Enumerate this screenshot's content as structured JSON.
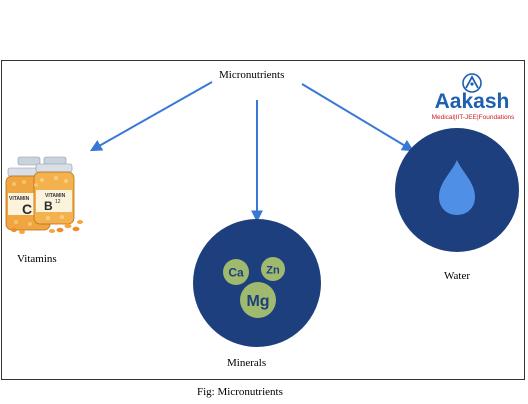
{
  "diagram": {
    "title": "Micronutrients",
    "nodes": [
      {
        "id": "vitamins",
        "label": "Vitamins"
      },
      {
        "id": "minerals",
        "label": "Minerals"
      },
      {
        "id": "water",
        "label": "Water"
      }
    ],
    "edges": [
      {
        "from": "micronutrients",
        "to": "vitamins"
      },
      {
        "from": "micronutrients",
        "to": "minerals"
      },
      {
        "from": "micronutrients",
        "to": "water"
      }
    ],
    "minerals_icon_text": [
      "Ca",
      "Zn",
      "Mg"
    ],
    "vitamin_bottle_text": [
      "VITAMIN",
      "C",
      "VITAMIN",
      "B12"
    ],
    "caption": "Fig: Micronutrients"
  },
  "logo": {
    "name": "Aakash",
    "tagline": "Medical|IIT-JEE|Foundations"
  },
  "colors": {
    "arrow": "#3a78d6",
    "circle_fill": "#1e3f7d",
    "mineral_chip": "#9fba6e",
    "droplet": "#4f8fe6",
    "logo_blue": "#1d5fb0",
    "logo_red": "#c8202a"
  }
}
